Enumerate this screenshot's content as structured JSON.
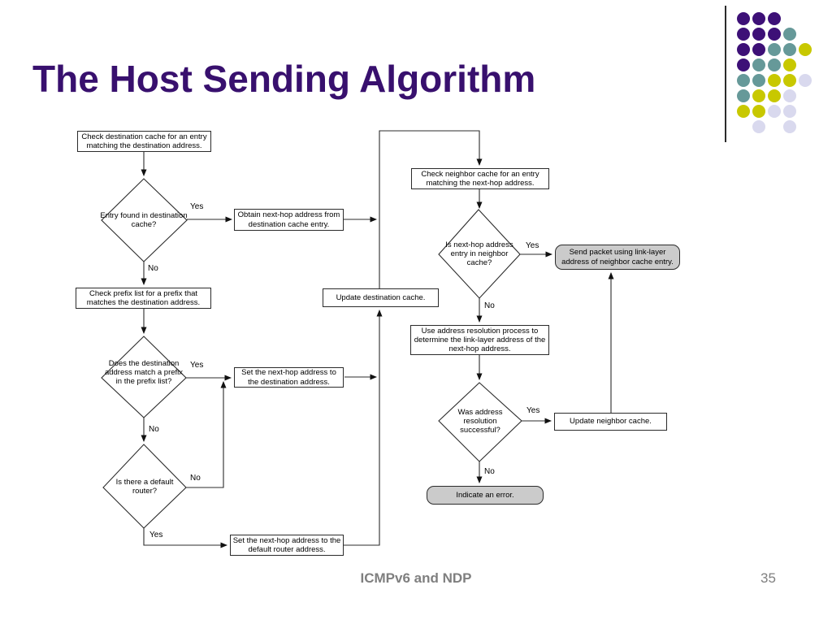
{
  "slide": {
    "title": "The Host Sending Algorithm",
    "footer_center": "ICMPv6 and NDP",
    "page_number": "35"
  },
  "colors": {
    "title_purple": "#38106E",
    "footer_gray": "#7f7f7f",
    "terminal_fill": "#cbcbcb",
    "line_color": "#2b2b2b"
  },
  "flowchart": {
    "nodes": {
      "check_destination": "Check destination cache for an entry matching the destination address.",
      "entry_found": "Entry found in destination cache?",
      "obtain_next_hop": "Obtain next-hop address from destination cache entry.",
      "check_prefix": "Check prefix list for a prefix that matches the destination address.",
      "prefix_match": "Does the destination address match a prefix in the prefix list?",
      "set_next_hop_destination": "Set the next-hop address to the destination address.",
      "default_router": "Is there a default router?",
      "set_next_hop_default": "Set the next-hop address to the default router address.",
      "update_destination": "Update destination cache.",
      "check_neighbor": "Check neighbor cache for an entry matching the next-hop address.",
      "neighbor_entry": "Is next-hop address entry in neighbor cache?",
      "send_packet": "Send packet using link-layer address of neighbor cache entry.",
      "use_resolution": "Use address resolution process to determine the link-layer address of the next-hop address.",
      "resolution_success": "Was address resolution successful?",
      "update_neighbor": "Update neighbor cache.",
      "indicate_error": "Indicate an error."
    },
    "edge_labels": {
      "entry_found_yes": "Yes",
      "entry_found_no": "No",
      "prefix_match_yes": "Yes",
      "prefix_match_no": "No",
      "default_router_no": "No",
      "default_router_yes": "Yes",
      "neighbor_entry_yes": "Yes",
      "neighbor_entry_no": "No",
      "resolution_yes": "Yes",
      "resolution_no": "No"
    },
    "edges": [
      {
        "from": "check_destination",
        "to": "entry_found"
      },
      {
        "from": "entry_found",
        "to": "obtain_next_hop",
        "label": "Yes"
      },
      {
        "from": "entry_found",
        "to": "check_prefix",
        "label": "No"
      },
      {
        "from": "check_prefix",
        "to": "prefix_match"
      },
      {
        "from": "prefix_match",
        "to": "set_next_hop_destination",
        "label": "Yes"
      },
      {
        "from": "prefix_match",
        "to": "default_router",
        "label": "No"
      },
      {
        "from": "default_router",
        "to": "set_next_hop_destination",
        "label": "No"
      },
      {
        "from": "default_router",
        "to": "set_next_hop_default",
        "label": "Yes"
      },
      {
        "from": "obtain_next_hop",
        "to": "check_neighbor"
      },
      {
        "from": "set_next_hop_destination",
        "to": "update_destination"
      },
      {
        "from": "set_next_hop_default",
        "to": "update_destination"
      },
      {
        "from": "update_destination",
        "to": "check_neighbor"
      },
      {
        "from": "check_neighbor",
        "to": "neighbor_entry"
      },
      {
        "from": "neighbor_entry",
        "to": "send_packet",
        "label": "Yes"
      },
      {
        "from": "neighbor_entry",
        "to": "use_resolution",
        "label": "No"
      },
      {
        "from": "use_resolution",
        "to": "resolution_success"
      },
      {
        "from": "resolution_success",
        "to": "update_neighbor",
        "label": "Yes"
      },
      {
        "from": "resolution_success",
        "to": "indicate_error",
        "label": "No"
      },
      {
        "from": "update_neighbor",
        "to": "send_packet"
      }
    ]
  },
  "decoration": {
    "dot_rows": [
      "PPP..",
      "PPPT.",
      "PPTTY",
      "PTTY.",
      "TTYYL",
      "TYYL.",
      "YYLL.",
      ".L.L."
    ],
    "dot_colors": {
      "P": "#3D1077",
      "T": "#669999",
      "Y": "#C8C800",
      "L": "#D9D9EE"
    }
  }
}
